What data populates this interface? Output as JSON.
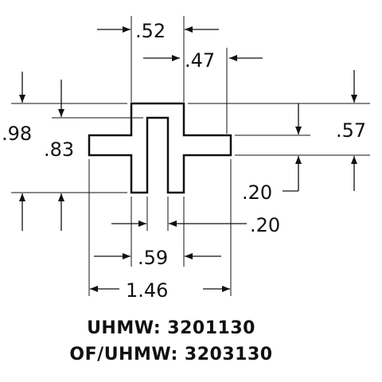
{
  "drawing": {
    "dimensions": {
      "top_width": ".52",
      "slot_width": ".47",
      "overall_height": ".98",
      "inner_height": ".83",
      "upper_height": ".57",
      "flange_thickness": ".20",
      "leg_width": ".20",
      "mid_width": ".59",
      "overall_width": "1.46"
    },
    "part_codes": [
      "UHMW: 3201130",
      "OF/UHMW: 3203130"
    ],
    "colors": {
      "line": "#111111",
      "background": "#ffffff"
    }
  }
}
